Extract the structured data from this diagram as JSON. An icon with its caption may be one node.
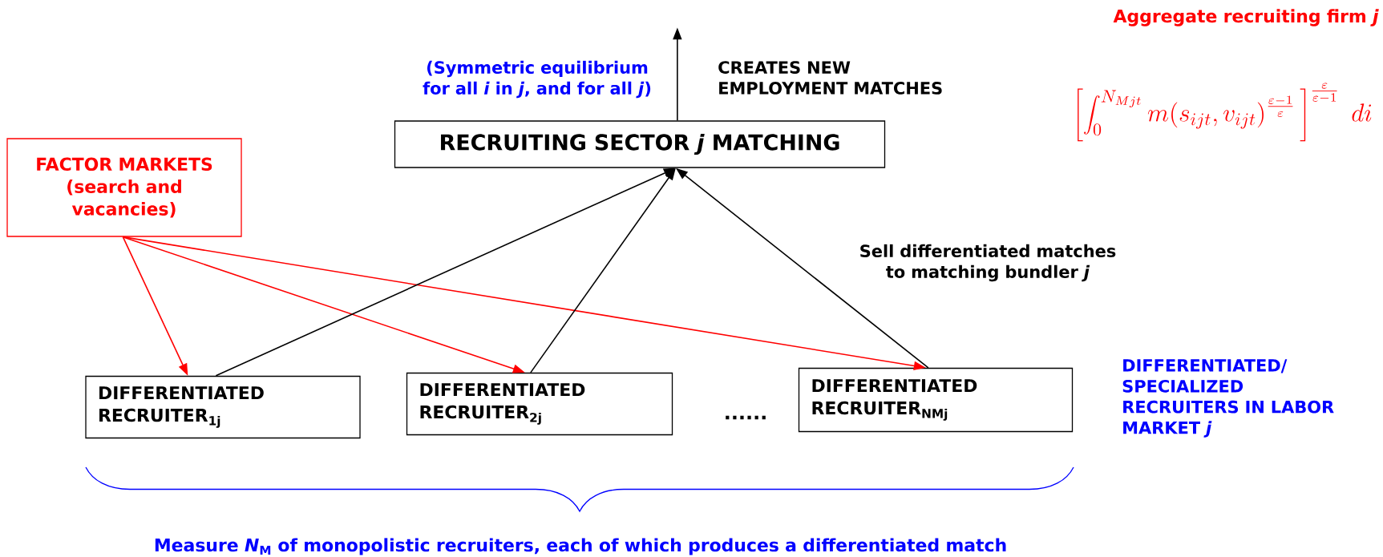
{
  "diagram": {
    "nodes": [
      {
        "text": [
          "RECRUITING SECTOR *j* MATCHING"
        ]
      },
      {
        "text": [
          "FACTOR MARKETS (search and vacancies)"
        ]
      },
      {
        "text": [
          "DIFFERENTIATED RECRUITER$_{1j}$"
        ]
      },
      {
        "text": [
          "DIFFERENTIATED RECRUITER$_{2j}$"
        ]
      },
      {
        "text": [
          "DIFFERENTIATED RECRUITER$_{NMj}$"
        ]
      }
    ],
    "edges": [
      {
        "from": 1,
        "to": 2,
        "arrow": "to",
        "color": "#ff0000"
      },
      {
        "from": 1,
        "to": 3,
        "arrow": "to",
        "color": "#ff0000"
      },
      {
        "from": 1,
        "to": 4,
        "arrow": "to",
        "color": "#ff0000"
      },
      {
        "from": 2,
        "to": 0,
        "arrow": "to"
      },
      {
        "from": 3,
        "to": 0,
        "arrow": "to"
      },
      {
        "from": 4,
        "to": 0,
        "arrow": "to"
      },
      {
        "from": 0,
        "to": null,
        "arrow": "to"
      }
    ],
    "labels": [
      "Aggregate recruiting firm *j*",
      "\\left[\\int_0^{N_{Mjt}} m(s_{ijt},v_{ijt})^{\\frac{\\varepsilon-1}{\\varepsilon}}\\,\\right]^{\\frac{\\varepsilon}{\\varepsilon-1}}\\; di",
      "(Symmetric equilibrium for all *i* in *j*, and for all *j*)",
      "CREATES NEW EMPLOYMENT MATCHES",
      "Sell differentiated matches to matching bundler *j*",
      "......",
      "DIFFERENTIATED/ SPECIALIZED RECRUITERS IN LABOR MARKET *j*",
      "Measure *N*$_{M}$ of monopolistic recruiters, each of which produces a differentiated match"
    ]
  }
}
